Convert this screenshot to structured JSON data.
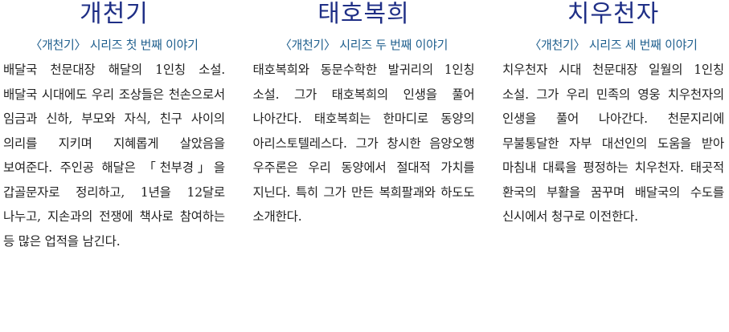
{
  "columns": [
    {
      "title": "개천기",
      "subtitle": "〈개천기〉 시리즈 첫 번째 이야기",
      "body": "배달국 천문대장 해달의 1인칭 소설. 배달국 시대에도 우리 조상들은 천손으로서 임금과 신하, 부모와 자식, 친구 사이의 의리를 지키며 지혜롭게 살았음을 보여준다. 주인공 해달은 「천부경」을 갑골문자로 정리하고, 1년을 12달로 나누고, 지손과의 전쟁에 책사로 참여하는 등 많은 업적을 남긴다."
    },
    {
      "title": "태호복희",
      "subtitle": "〈개천기〉 시리즈 두 번째 이야기",
      "body": "태호복희와 동문수학한 발귀리의 1인칭 소설. 그가 태호복희의 인생을 풀어 나아간다. 태호복희는 한마디로 동양의 아리스토텔레스다. 그가 창시한 음양오행 우주론은 우리 동양에서 절대적 가치를 지닌다. 특히 그가 만든 복희팔괘와 하도도 소개한다."
    },
    {
      "title": "치우천자",
      "subtitle": "〈개천기〉 시리즈 세 번째 이야기",
      "body": "치우천자 시대 천문대장 일월의 1인칭 소설. 그가 우리 민족의 영웅 치우천자의 인생을 풀어 나아간다. 천문지리에 무불통달한 자부 대선인의 도움을 받아 마침내 대륙을 평정하는 치우천자. 태곳적 환국의 부활을 꿈꾸며 배달국의 수도를 신시에서 청구로 이전한다."
    }
  ],
  "colors": {
    "title": "#1f2f86",
    "subtitle": "#1f5f8e",
    "body": "#222222"
  }
}
